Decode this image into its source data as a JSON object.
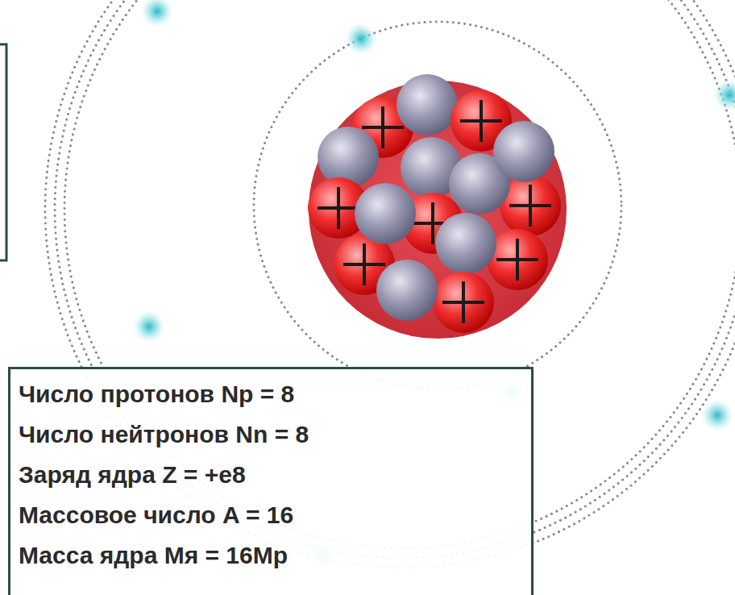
{
  "diagram": {
    "nodes": [
      {
        "text": [
          "Число протонов Np = 8",
          "Число нейтронов Nn = 8",
          "Заряд ядра Z = +e8",
          "Массовое число A = 16",
          "Масса ядра Mя = 16Mp"
        ]
      }
    ]
  }
}
